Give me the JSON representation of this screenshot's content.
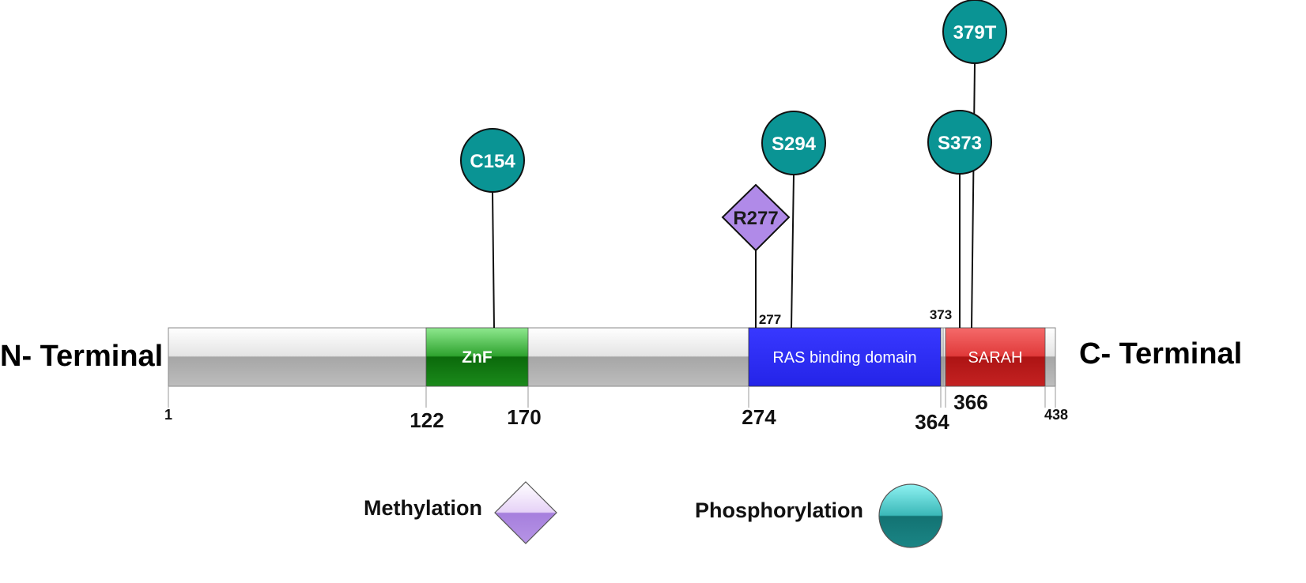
{
  "terminals": {
    "n": "N- Terminal",
    "c": "C- Terminal"
  },
  "protein_length": 438,
  "domains": [
    {
      "name": "ZnF",
      "start": 122,
      "end": 170,
      "color_top": "#8ee88e",
      "color_bottom": "#0d700d"
    },
    {
      "name": "RAS binding domain",
      "start": 274,
      "end": 364,
      "color_top": "#3a3aff",
      "color_bottom": "#2626e6"
    },
    {
      "name": "SARAH",
      "start": 366,
      "end": 433,
      "color_top": "#f05a5a",
      "color_bottom": "#b01515"
    }
  ],
  "position_labels": [
    "1",
    "122",
    "170",
    "274",
    "364",
    "366",
    "438"
  ],
  "small_labels": [
    "277",
    "373"
  ],
  "sites": [
    {
      "label": "C154",
      "type": "phosphorylation"
    },
    {
      "label": "R277",
      "type": "methylation"
    },
    {
      "label": "S294",
      "type": "phosphorylation"
    },
    {
      "label": "S373",
      "type": "phosphorylation"
    },
    {
      "label": "379T",
      "type": "phosphorylation"
    }
  ],
  "legend": {
    "methylation": "Methylation",
    "phosphorylation": "Phosphorylation"
  },
  "colors": {
    "phospho": "#0a9494",
    "methyl": "#b08ae8",
    "bar_light": "#f2f2f2",
    "bar_dark": "#a9a9a9"
  }
}
